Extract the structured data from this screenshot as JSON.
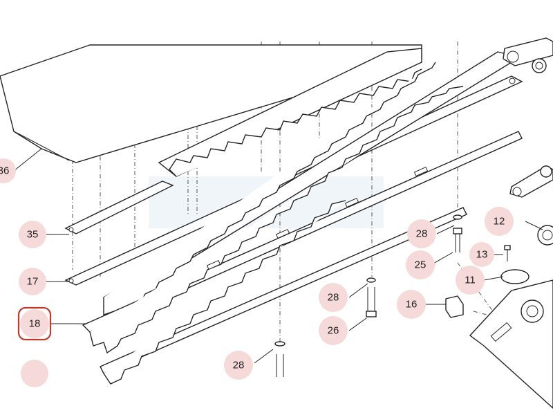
{
  "diagram": {
    "callouts": [
      {
        "id": "c36",
        "label": "36"
      },
      {
        "id": "c35",
        "label": "35"
      },
      {
        "id": "c17",
        "label": "17"
      },
      {
        "id": "c18",
        "label": "18",
        "highlighted": true
      },
      {
        "id": "c28a",
        "label": "28"
      },
      {
        "id": "c25",
        "label": "25"
      },
      {
        "id": "c12",
        "label": "12"
      },
      {
        "id": "c13",
        "label": "13"
      },
      {
        "id": "c11",
        "label": "11"
      },
      {
        "id": "c28b",
        "label": "28"
      },
      {
        "id": "c16",
        "label": "16"
      },
      {
        "id": "c26",
        "label": "26"
      },
      {
        "id": "c28c",
        "label": "28"
      }
    ],
    "colors": {
      "callout_fill": "#f6d9d9",
      "highlight_ring": "#c0392b",
      "line": "#222222"
    }
  }
}
